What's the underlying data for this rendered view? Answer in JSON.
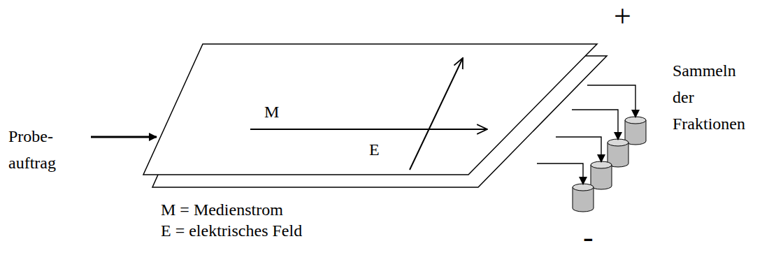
{
  "diagram": {
    "labels": [
      "+",
      "Probe- auftrag",
      "M",
      "E",
      "Sammeln der Fraktionen",
      "M = Medienstrom",
      "E = elektrisches Feld",
      "-"
    ]
  }
}
